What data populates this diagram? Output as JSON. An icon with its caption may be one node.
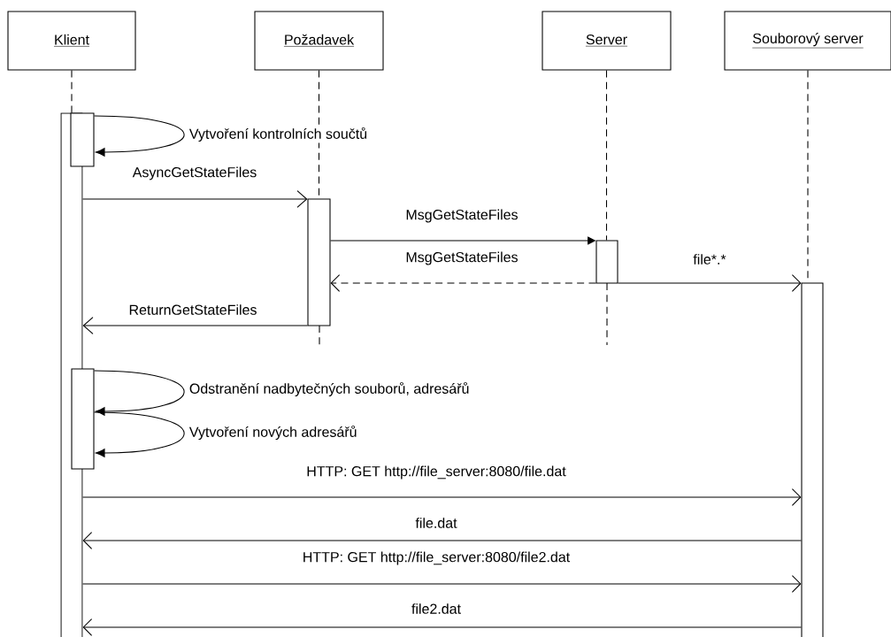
{
  "diagram": {
    "nodes": [
      {
        "text": [
          "Klient"
        ]
      },
      {
        "text": [
          "Požadavek"
        ]
      },
      {
        "text": [
          "Server"
        ]
      },
      {
        "text": [
          "Souborový server"
        ]
      },
      {
        "text": [],
        "shape": "bar"
      },
      {
        "text": [],
        "shape": "bar"
      },
      {
        "text": [],
        "shape": "bar"
      },
      {
        "text": [],
        "shape": "bar"
      },
      {
        "text": [],
        "shape": "bar"
      },
      {
        "text": [],
        "shape": "bar"
      }
    ],
    "edges": [
      {
        "from": 0,
        "to": 4,
        "arrow": "none",
        "style": "dashed"
      },
      {
        "from": 1,
        "to": 6,
        "arrow": "none",
        "style": "dashed"
      },
      {
        "from": 2,
        "to": 7,
        "arrow": "none",
        "style": "dashed"
      },
      {
        "from": 3,
        "to": 8,
        "arrow": "none",
        "style": "dashed"
      },
      {
        "from": 5,
        "to": 5,
        "arrow": "to",
        "label": "Vytvoření kontrolních součtů"
      },
      {
        "from": 4,
        "to": 6,
        "arrow": "to",
        "label": "AsyncGetStateFiles"
      },
      {
        "from": 6,
        "to": 7,
        "arrow": "to",
        "label": "MsgGetStateFiles"
      },
      {
        "from": 7,
        "to": 6,
        "arrow": "to",
        "label": "MsgGetStateFiles",
        "style": "dashed"
      },
      {
        "from": 7,
        "to": 8,
        "arrow": "to",
        "label": "file*.*"
      },
      {
        "from": 6,
        "to": 4,
        "arrow": "to",
        "label": "ReturnGetStateFiles"
      },
      {
        "from": 9,
        "to": 9,
        "arrow": "to",
        "label": "Odstranění nadbytečných souborů, adresářů"
      },
      {
        "from": 9,
        "to": 9,
        "arrow": "to",
        "label": "Vytvoření nových adresářů"
      },
      {
        "from": 4,
        "to": 8,
        "arrow": "to",
        "label": "HTTP: GET http://file_server:8080/file.dat"
      },
      {
        "from": 8,
        "to": 4,
        "arrow": "to",
        "label": "file.dat"
      },
      {
        "from": 4,
        "to": 8,
        "arrow": "to",
        "label": "HTTP: GET http://file_server:8080/file2.dat"
      },
      {
        "from": 8,
        "to": 4,
        "arrow": "to",
        "label": "file2.dat"
      }
    ]
  }
}
